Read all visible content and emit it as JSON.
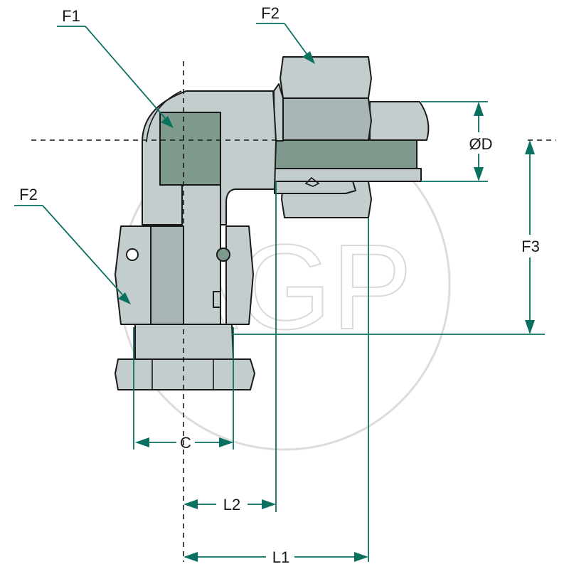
{
  "diagram": {
    "watermark": "AGP",
    "labels": {
      "f1": "F1",
      "f2_top": "F2",
      "f2_left": "F2",
      "od": "ØD",
      "f3": "F3",
      "c": "C",
      "l2": "L2",
      "l1": "L1"
    },
    "colors": {
      "leader": "#0a7060",
      "body": "#c3cdcd",
      "bore": "#7d9a8d",
      "outline": "#1a1a1a",
      "watermark": "#d9d9d9"
    }
  }
}
